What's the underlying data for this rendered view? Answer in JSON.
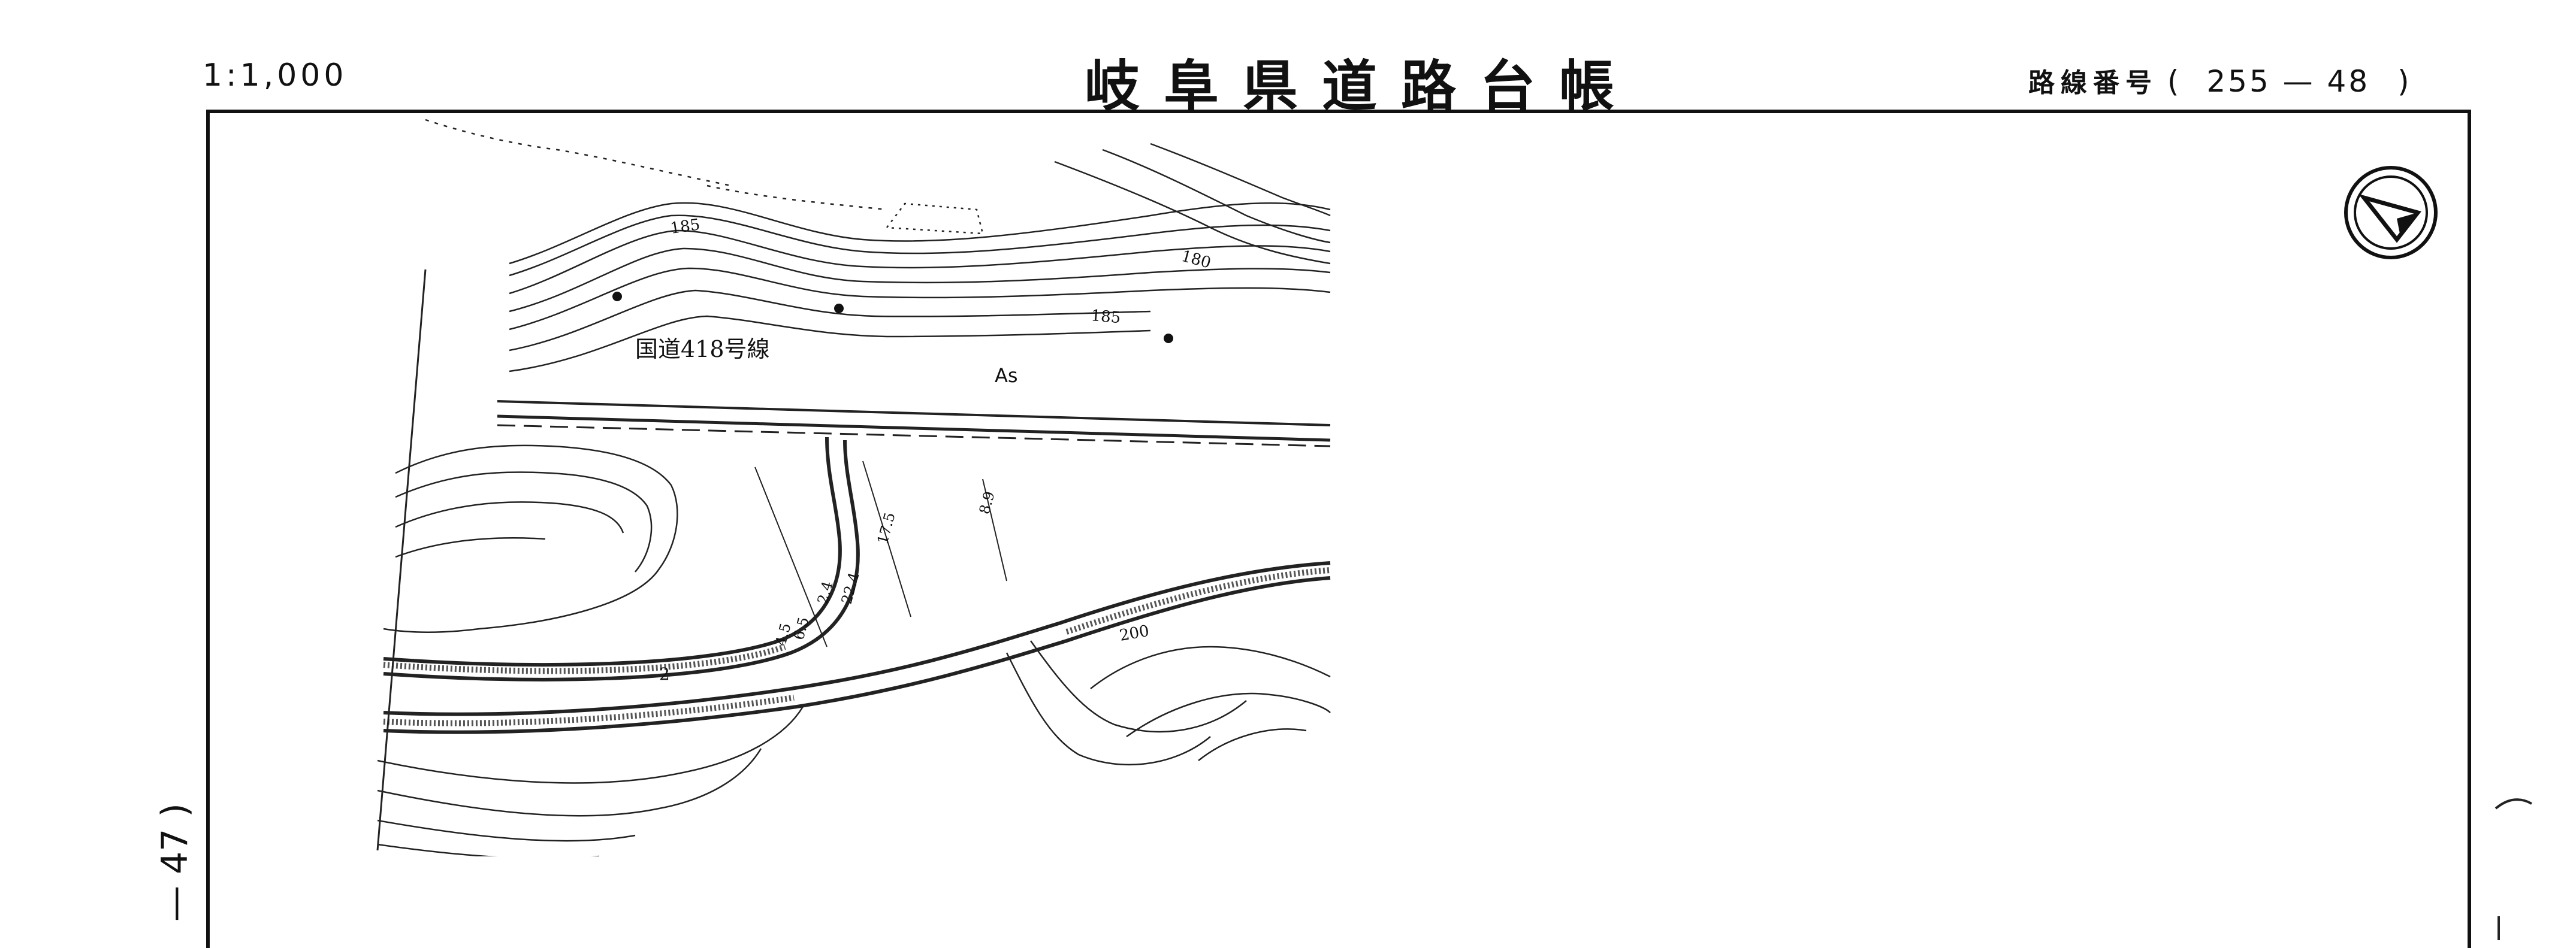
{
  "header": {
    "scale": "1:1,000",
    "title": "岐阜県道路台帳",
    "route_label": "路線番号",
    "route_open": "(",
    "route_number": "255 — 48",
    "route_close": ")"
  },
  "side": {
    "sheet_number": "— 47 )"
  },
  "map": {
    "road_name": "国道418号線",
    "surface": "As",
    "contours": [
      "185",
      "180",
      "185",
      "200"
    ],
    "widths": [
      "17.5",
      "8.9",
      "22.4",
      "2.4",
      "6.5",
      "4.5",
      "2"
    ],
    "north_arrow": "north-arrow-icon"
  }
}
